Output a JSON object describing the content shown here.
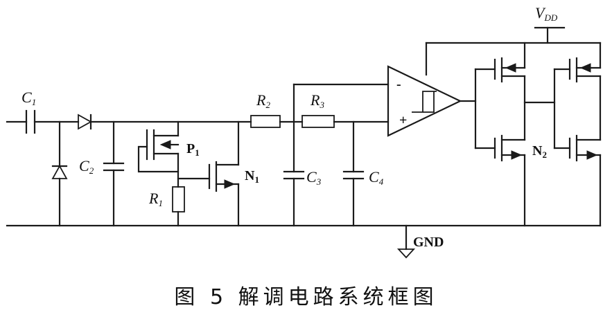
{
  "caption": "图 5   解调电路系统框图",
  "labels": {
    "c1": "C",
    "c1_sub": "1",
    "c2": "C",
    "c2_sub": "2",
    "c3": "C",
    "c3_sub": "3",
    "c4": "C",
    "c4_sub": "4",
    "r1": "R",
    "r1_sub": "1",
    "r2": "R",
    "r2_sub": "2",
    "r3": "R",
    "r3_sub": "3",
    "p1": "P",
    "p1_sub": "1",
    "n1": "N",
    "n1_sub": "1",
    "n2": "N",
    "n2_sub": "2",
    "vdd": "V",
    "vdd_sub": "DD",
    "gnd": "GND",
    "opamp_minus": "-",
    "opamp_plus": "+"
  }
}
